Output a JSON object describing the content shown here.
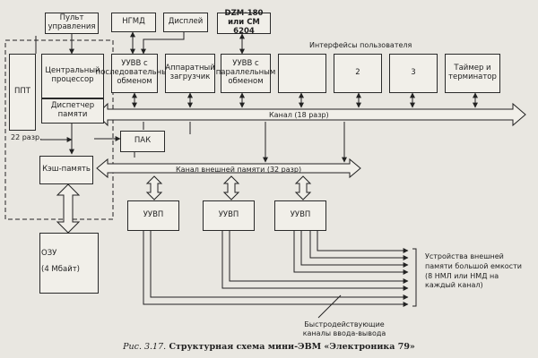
{
  "blocks": {
    "pult": "Пульт управления",
    "ngmd": "НГМД",
    "display": "Дисплей",
    "dzm": "DZM-180 или СМ 6204",
    "ppt": "ППТ",
    "cpu": "Центральный процессор",
    "memdisp": "Диспетчер памяти",
    "uuvv_seq": "УУВВ с последовательным обменом",
    "hwboot": "Аппаратный загрузчик",
    "uuvv_par": "УУВВ с параллельным обменом",
    "iface2": "2",
    "iface3": "3",
    "timer": "Таймер и терминатор",
    "pak": "ПАК",
    "cache": "Кэш-память",
    "uuvp1": "УУВП",
    "uuvp2": "УУВП",
    "uuvp3": "УУВП",
    "ozu_name": "ОЗУ",
    "ozu_size": "(4 Мбайт)"
  },
  "labels": {
    "user_ifaces": "Интерфейсы пользователя",
    "bus": "Канал (18 разр)",
    "addr22": "22 разр.",
    "extbus": "Канал внешней памяти (32 разр)",
    "extdev": "Устройства внешней памяти большой емкости (8 НМЛ или НМД на каждый канал)",
    "fastch": "Быстродействующие каналы ввода-вывода"
  },
  "caption": {
    "prefix": "Рис. 3.17.",
    "text": "Структурная схема мини-ЭВМ «Электроника 79»"
  }
}
